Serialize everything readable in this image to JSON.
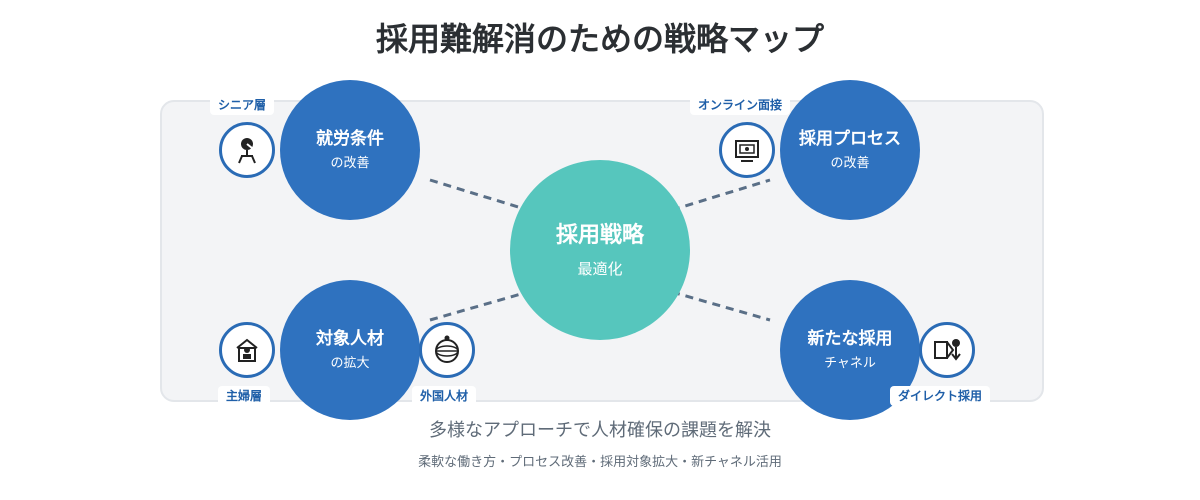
{
  "title": "採用難解消のための戦略マップ",
  "center": {
    "main": "採用戦略",
    "sub": "最適化"
  },
  "nodes": {
    "top_left": {
      "main": "就労条件",
      "sub": "の改善"
    },
    "top_right": {
      "main": "採用プロセス",
      "sub": "の改善"
    },
    "bottom_left": {
      "main": "対象人材",
      "sub": "の拡大"
    },
    "bottom_right": {
      "main": "新たな採用",
      "sub": "チャネル"
    }
  },
  "labels": {
    "senior": "シニア層",
    "online_interview": "オンライン面接",
    "housewife": "主婦層",
    "foreign": "外国人材",
    "direct": "ダイレクト採用"
  },
  "icons": {
    "senior": "senior-person-icon",
    "online_interview": "monitor-icon",
    "housewife": "home-person-icon",
    "foreign": "globe-icon",
    "direct": "direct-recruit-icon"
  },
  "colors": {
    "node": "#2f72bf",
    "center": "#56c6bd",
    "connector": "#5a6f87",
    "label_text": "#1f5fa8"
  },
  "footer": {
    "summary": "多様なアプローチで人材確保の課題を解決",
    "detail": "柔軟な働き方・プロセス改善・採用対象拡大・新チャネル活用"
  }
}
